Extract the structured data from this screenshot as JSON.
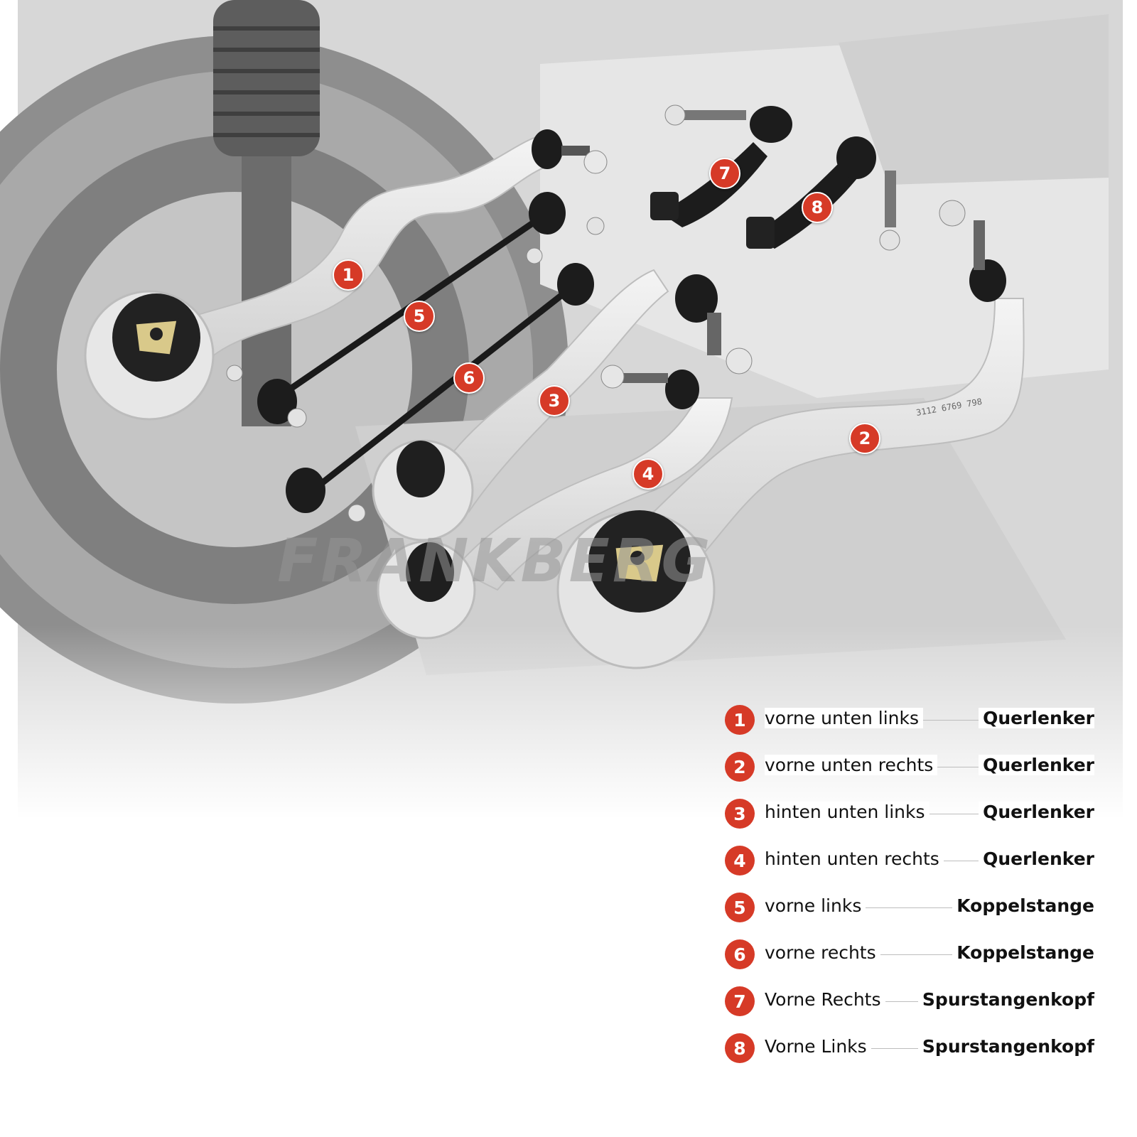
{
  "badges": [
    "1",
    "2",
    "3",
    "4",
    "5",
    "6",
    "7",
    "8"
  ],
  "watermark": "FRANKBERG",
  "part_number_text": "3112 6769 798",
  "legend": [
    {
      "num": "1",
      "position": "vorne unten links",
      "type": "Querlenker"
    },
    {
      "num": "2",
      "position": "vorne unten rechts",
      "type": "Querlenker"
    },
    {
      "num": "3",
      "position": "hinten unten links",
      "type": "Querlenker"
    },
    {
      "num": "4",
      "position": "hinten unten rechts",
      "type": "Querlenker"
    },
    {
      "num": "5",
      "position": "vorne links",
      "type": "Koppelstange"
    },
    {
      "num": "6",
      "position": "vorne rechts",
      "type": "Koppelstange"
    },
    {
      "num": "7",
      "position": "Vorne Rechts",
      "type": "Spurstangenkopf"
    },
    {
      "num": "8",
      "position": "Vorne Links",
      "type": "Spurstangenkopf"
    }
  ],
  "colors": {
    "badge": "#d63a27",
    "arm": "#e3e3e3",
    "rubber": "#1c1c1c",
    "background_photo": "#b9b9b9"
  }
}
